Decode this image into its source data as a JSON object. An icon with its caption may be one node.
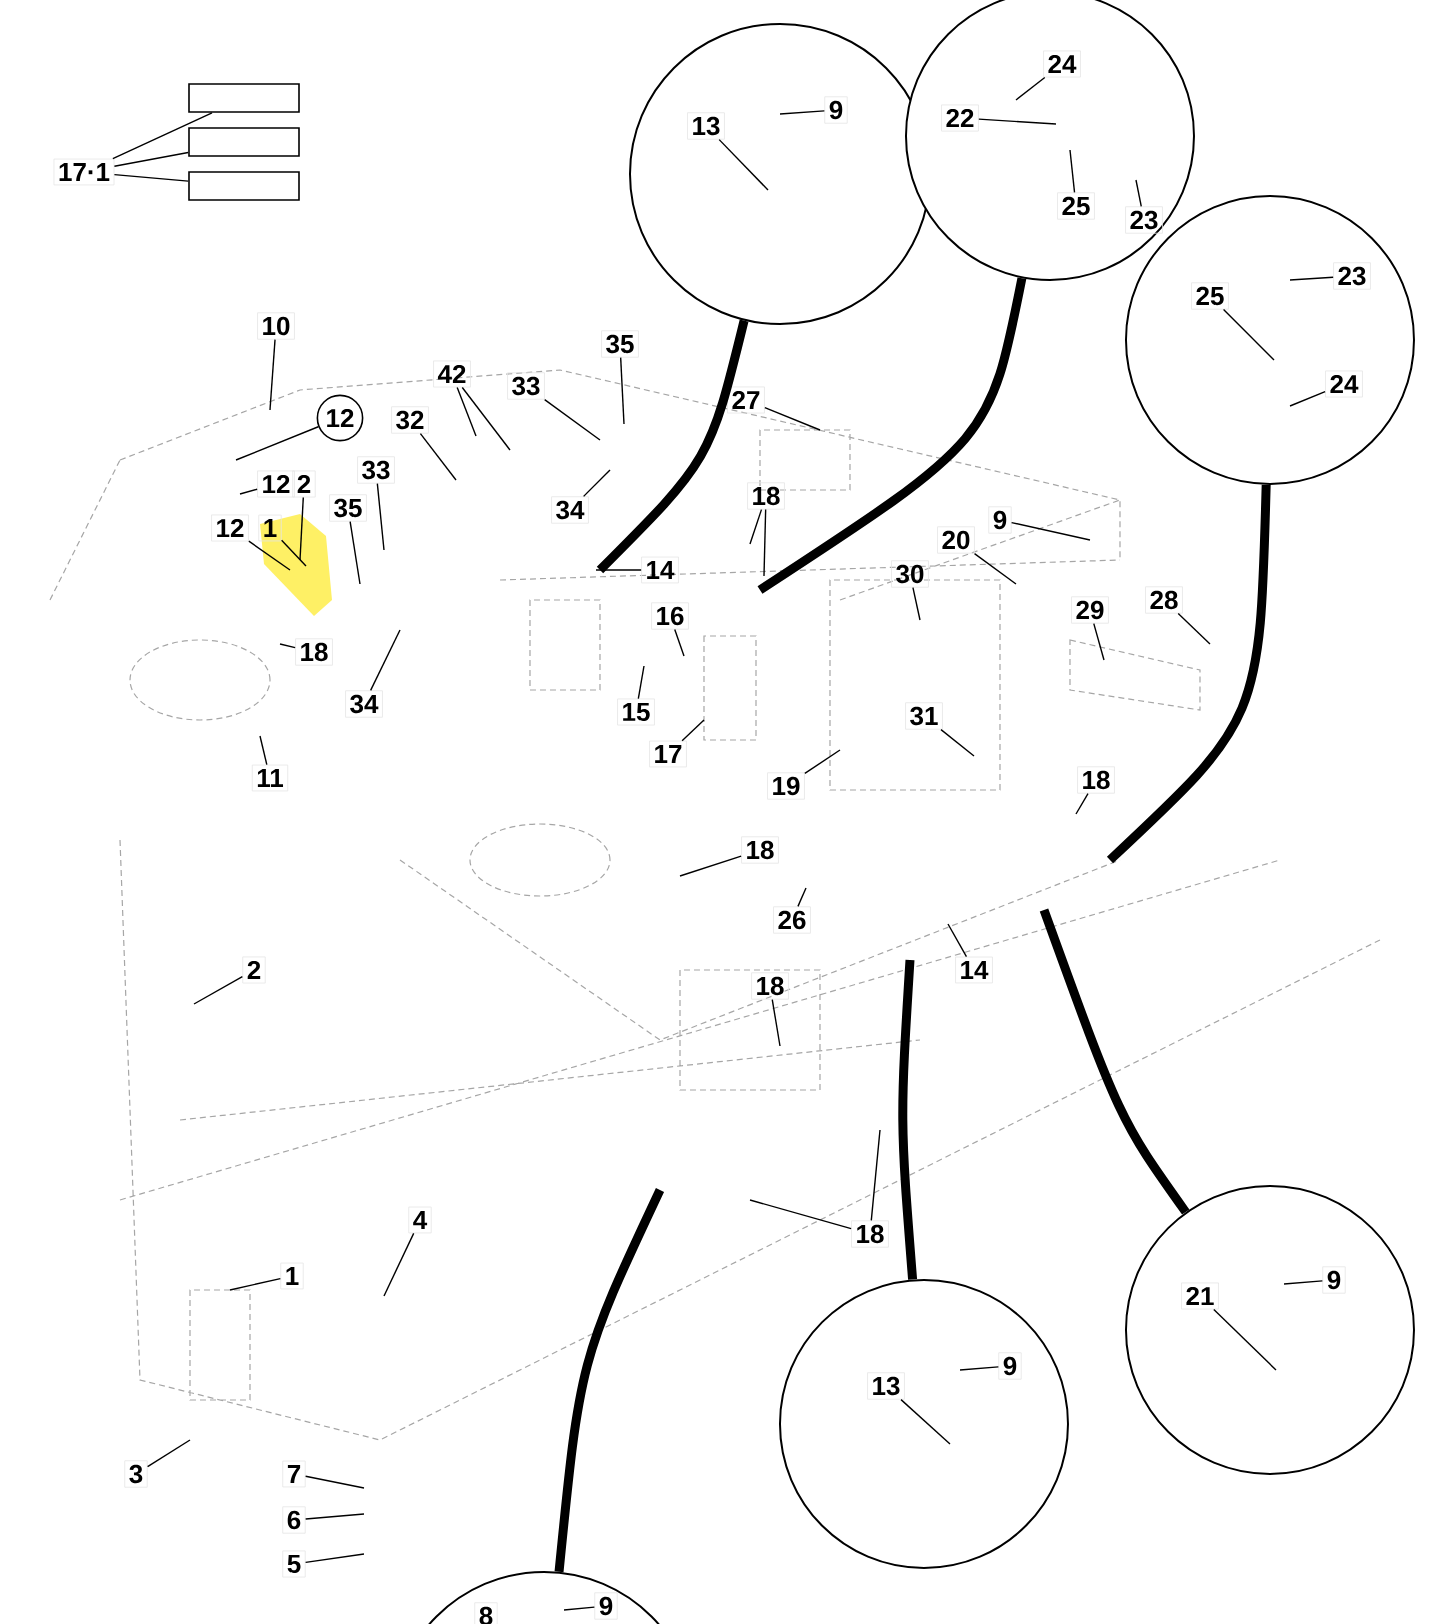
{
  "diagram": {
    "nodes": [
      {
        "text": [
          "17·1"
        ]
      },
      {
        "text": [
          "10"
        ]
      },
      {
        "text": [
          "12"
        ]
      },
      {
        "text": [
          "12"
        ]
      },
      {
        "text": [
          "2"
        ]
      },
      {
        "text": [
          "12"
        ]
      },
      {
        "text": [
          "1"
        ]
      },
      {
        "text": [
          "35"
        ]
      },
      {
        "text": [
          "33"
        ]
      },
      {
        "text": [
          "32"
        ]
      },
      {
        "text": [
          "42"
        ]
      },
      {
        "text": [
          "33"
        ]
      },
      {
        "text": [
          "35"
        ]
      },
      {
        "text": [
          "34"
        ]
      },
      {
        "text": [
          "34"
        ]
      },
      {
        "text": [
          "18"
        ]
      },
      {
        "text": [
          "11"
        ]
      },
      {
        "text": [
          "14"
        ]
      },
      {
        "text": [
          "16"
        ]
      },
      {
        "text": [
          "15"
        ]
      },
      {
        "text": [
          "17"
        ]
      },
      {
        "text": [
          "18"
        ]
      },
      {
        "text": [
          "27"
        ]
      },
      {
        "text": [
          "9"
        ]
      },
      {
        "text": [
          "20"
        ]
      },
      {
        "text": [
          "30"
        ]
      },
      {
        "text": [
          "29"
        ]
      },
      {
        "text": [
          "28"
        ]
      },
      {
        "text": [
          "31"
        ]
      },
      {
        "text": [
          "19"
        ]
      },
      {
        "text": [
          "18"
        ]
      },
      {
        "text": [
          "18"
        ]
      },
      {
        "text": [
          "26"
        ]
      },
      {
        "text": [
          "14"
        ]
      },
      {
        "text": [
          "18"
        ]
      },
      {
        "text": [
          "18"
        ]
      },
      {
        "text": [
          "2"
        ]
      },
      {
        "text": [
          "4"
        ]
      },
      {
        "text": [
          "1"
        ]
      },
      {
        "text": [
          "3"
        ]
      },
      {
        "text": [
          "7"
        ]
      },
      {
        "text": [
          "6"
        ]
      },
      {
        "text": [
          "5"
        ]
      },
      {
        "text": [],
        "shape": "circle"
      },
      {
        "text": [
          "13"
        ],
        "in": 43
      },
      {
        "text": [
          "9"
        ],
        "in": 43
      },
      {
        "text": [],
        "shape": "circle"
      },
      {
        "text": [
          "24"
        ],
        "in": 46
      },
      {
        "text": [
          "22"
        ],
        "in": 46
      },
      {
        "text": [
          "25"
        ],
        "in": 46
      },
      {
        "text": [
          "23"
        ],
        "in": 46
      },
      {
        "text": [],
        "shape": "circle"
      },
      {
        "text": [
          "23"
        ],
        "in": 51
      },
      {
        "text": [
          "25"
        ],
        "in": 51
      },
      {
        "text": [
          "24"
        ],
        "in": 51
      },
      {
        "text": [],
        "shape": "circle"
      },
      {
        "text": [
          "13"
        ],
        "in": 55
      },
      {
        "text": [
          "9"
        ],
        "in": 55
      },
      {
        "text": [],
        "shape": "circle"
      },
      {
        "text": [
          "21"
        ],
        "in": 58
      },
      {
        "text": [
          "9"
        ],
        "in": 58
      },
      {
        "text": [],
        "shape": "circle"
      },
      {
        "text": [
          "8"
        ],
        "in": 61
      },
      {
        "text": [
          "9"
        ],
        "in": 61
      },
      {
        "text": [],
        "shape": "box"
      },
      {
        "text": [],
        "shape": "box"
      },
      {
        "text": [],
        "shape": "box"
      }
    ],
    "edges": [
      {
        "from": 0,
        "to": 64,
        "arrow": "none"
      },
      {
        "from": 0,
        "to": 65,
        "arrow": "none"
      },
      {
        "from": 0,
        "to": 66,
        "arrow": "none"
      },
      {
        "from": 1,
        "to": null,
        "arrow": "none"
      },
      {
        "from": 2,
        "to": null,
        "arrow": "none"
      },
      {
        "from": 3,
        "to": null,
        "arrow": "none"
      },
      {
        "from": 4,
        "to": null,
        "arrow": "none"
      },
      {
        "from": 5,
        "to": null,
        "arrow": "none"
      },
      {
        "from": 6,
        "to": null,
        "arrow": "none"
      },
      {
        "from": 7,
        "to": null,
        "arrow": "none"
      },
      {
        "from": 8,
        "to": null,
        "arrow": "none"
      },
      {
        "from": 9,
        "to": null,
        "arrow": "none"
      },
      {
        "from": 10,
        "to": null,
        "arrow": "none"
      },
      {
        "from": 10,
        "to": null,
        "arrow": "none"
      },
      {
        "from": 11,
        "to": null,
        "arrow": "none"
      },
      {
        "from": 12,
        "to": null,
        "arrow": "none"
      },
      {
        "from": 13,
        "to": null,
        "arrow": "none"
      },
      {
        "from": 14,
        "to": null,
        "arrow": "none"
      },
      {
        "from": 15,
        "to": null,
        "arrow": "none"
      },
      {
        "from": 16,
        "to": null,
        "arrow": "none"
      },
      {
        "from": 17,
        "to": null,
        "arrow": "none"
      },
      {
        "from": 18,
        "to": null,
        "arrow": "none"
      },
      {
        "from": 19,
        "to": null,
        "arrow": "none"
      },
      {
        "from": 20,
        "to": null,
        "arrow": "none"
      },
      {
        "from": 21,
        "to": null,
        "arrow": "none"
      },
      {
        "from": 21,
        "to": null,
        "arrow": "none"
      },
      {
        "from": 22,
        "to": null,
        "arrow": "none"
      },
      {
        "from": 23,
        "to": null,
        "arrow": "none"
      },
      {
        "from": 24,
        "to": null,
        "arrow": "none"
      },
      {
        "from": 25,
        "to": null,
        "arrow": "none"
      },
      {
        "from": 26,
        "to": null,
        "arrow": "none"
      },
      {
        "from": 27,
        "to": null,
        "arrow": "none"
      },
      {
        "from": 28,
        "to": null,
        "arrow": "none"
      },
      {
        "from": 29,
        "to": null,
        "arrow": "none"
      },
      {
        "from": 30,
        "to": null,
        "arrow": "none"
      },
      {
        "from": 31,
        "to": null,
        "arrow": "none"
      },
      {
        "from": 32,
        "to": null,
        "arrow": "none"
      },
      {
        "from": 33,
        "to": null,
        "arrow": "none"
      },
      {
        "from": 34,
        "to": null,
        "arrow": "none"
      },
      {
        "from": 35,
        "to": null,
        "arrow": "none"
      },
      {
        "from": 35,
        "to": null,
        "arrow": "none"
      },
      {
        "from": 36,
        "to": null,
        "arrow": "none"
      },
      {
        "from": 37,
        "to": null,
        "arrow": "none"
      },
      {
        "from": 38,
        "to": null,
        "arrow": "none"
      },
      {
        "from": 39,
        "to": null,
        "arrow": "none"
      },
      {
        "from": 40,
        "to": null,
        "arrow": "none"
      },
      {
        "from": 41,
        "to": null,
        "arrow": "none"
      },
      {
        "from": 42,
        "to": null,
        "arrow": "none"
      },
      {
        "from": 43,
        "to": null,
        "arrow": "none",
        "style": "thick"
      },
      {
        "from": 44,
        "to": null,
        "arrow": "none"
      },
      {
        "from": 45,
        "to": null,
        "arrow": "none"
      },
      {
        "from": 46,
        "to": null,
        "arrow": "none",
        "style": "thick"
      },
      {
        "from": 47,
        "to": null,
        "arrow": "none"
      },
      {
        "from": 48,
        "to": null,
        "arrow": "none"
      },
      {
        "from": 49,
        "to": null,
        "arrow": "none"
      },
      {
        "from": 50,
        "to": null,
        "arrow": "none"
      },
      {
        "from": 51,
        "to": null,
        "arrow": "none",
        "style": "thick"
      },
      {
        "from": 52,
        "to": null,
        "arrow": "none"
      },
      {
        "from": 53,
        "to": null,
        "arrow": "none"
      },
      {
        "from": 54,
        "to": null,
        "arrow": "none"
      },
      {
        "from": 55,
        "to": null,
        "arrow": "none",
        "style": "thick"
      },
      {
        "from": 56,
        "to": null,
        "arrow": "none"
      },
      {
        "from": 57,
        "to": null,
        "arrow": "none"
      },
      {
        "from": 58,
        "to": null,
        "arrow": "none",
        "style": "thick"
      },
      {
        "from": 59,
        "to": null,
        "arrow": "none"
      },
      {
        "from": 60,
        "to": null,
        "arrow": "none"
      },
      {
        "from": 61,
        "to": null,
        "arrow": "none",
        "style": "thick"
      },
      {
        "from": 63,
        "to": null,
        "arrow": "none"
      }
    ]
  }
}
